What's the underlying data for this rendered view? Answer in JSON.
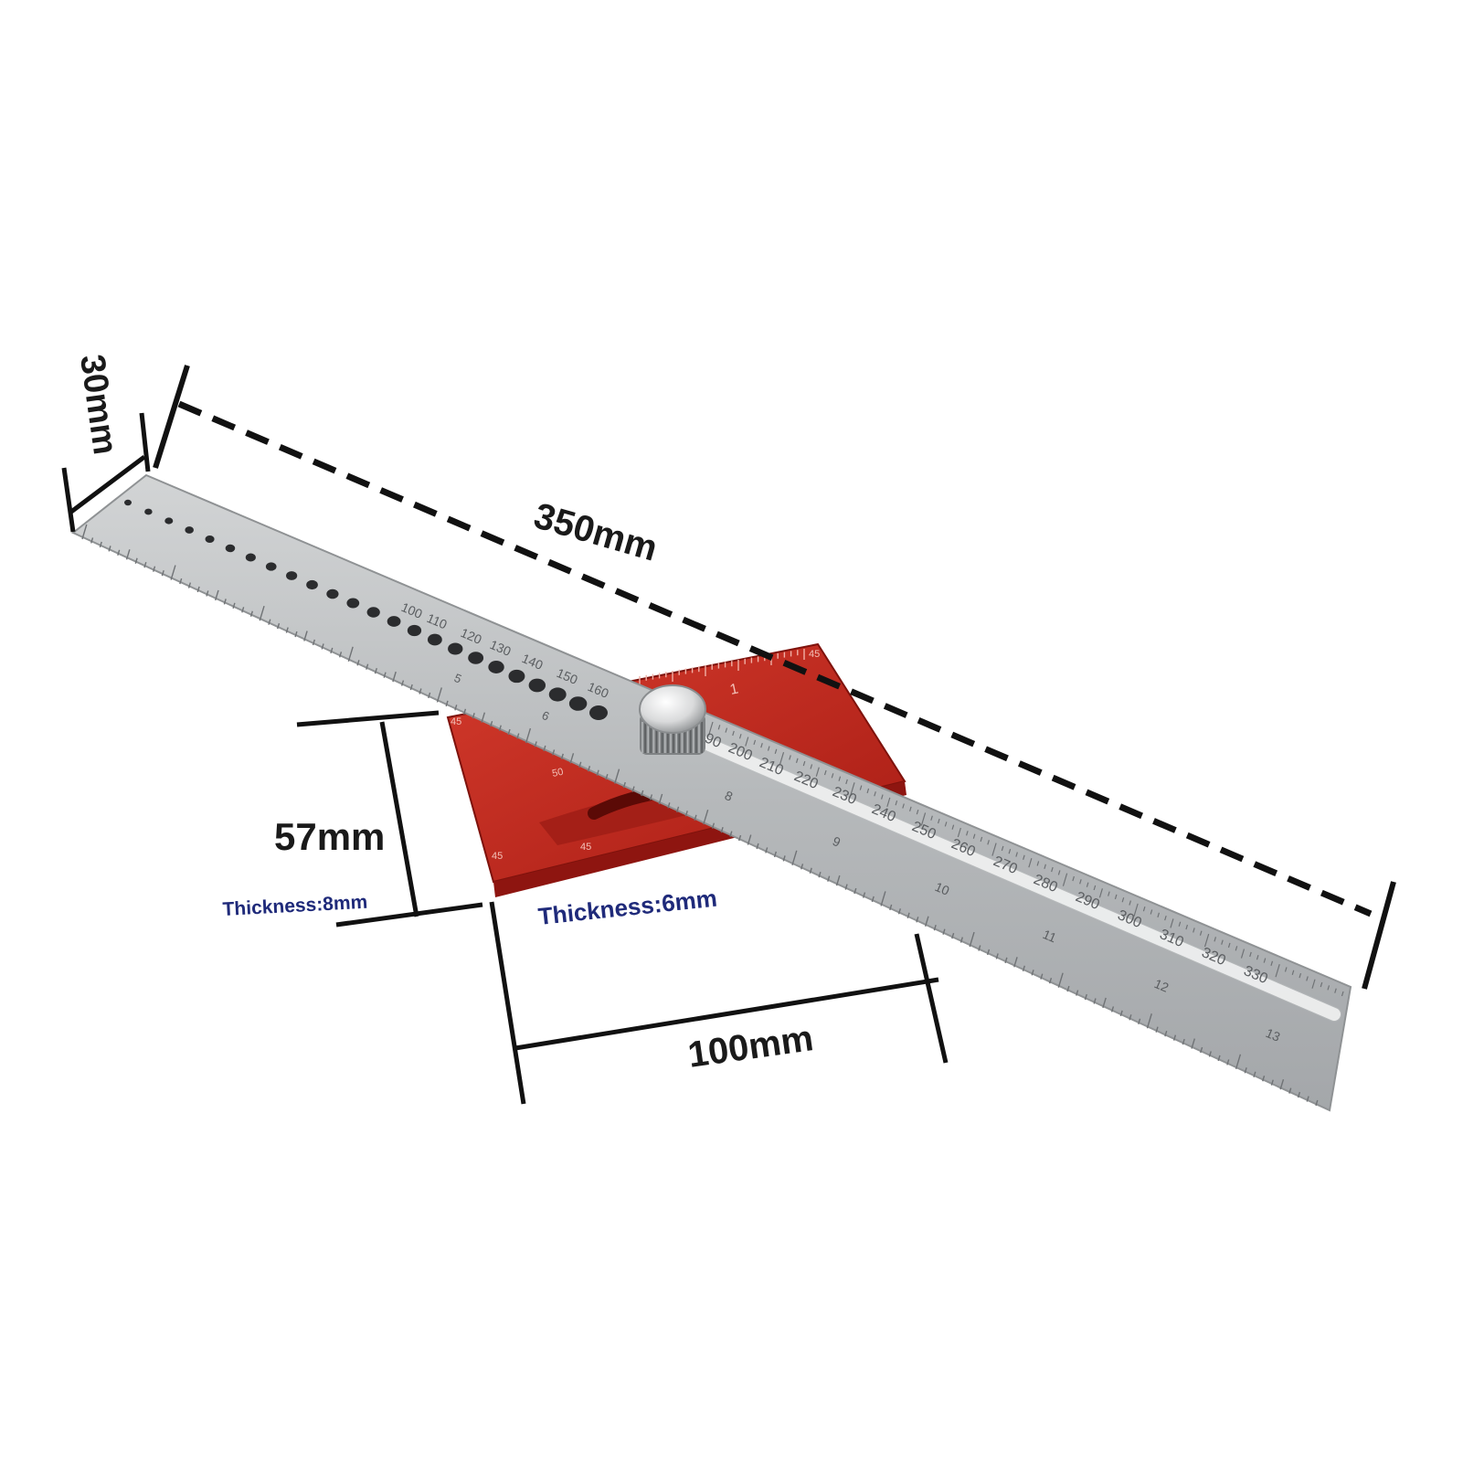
{
  "dimensions": {
    "ruler_length": "350mm",
    "ruler_width": "30mm",
    "head_height": "57mm",
    "head_length": "100mm",
    "head_thickness": "Thickness:8mm",
    "ruler_thickness": "Thickness:6mm"
  },
  "ruler_scale": {
    "mm_labels": [
      "100",
      "110",
      "120",
      "130",
      "140",
      "150",
      "160",
      "190",
      "200",
      "210",
      "220",
      "230",
      "240",
      "250",
      "260",
      "270",
      "280",
      "290",
      "300",
      "310",
      "320",
      "330"
    ],
    "inch_labels": [
      "5",
      "6",
      "8",
      "9",
      "10",
      "11",
      "12",
      "13"
    ]
  },
  "head_scale": {
    "labels": [
      "1",
      "50",
      "45",
      "45",
      "45",
      "45",
      "45"
    ]
  },
  "colors": {
    "steel": "#b9bcbe",
    "aluminum_red": "#c42a1f",
    "dimension_lines": "#111111",
    "thickness_text": "#1f2a7a"
  }
}
